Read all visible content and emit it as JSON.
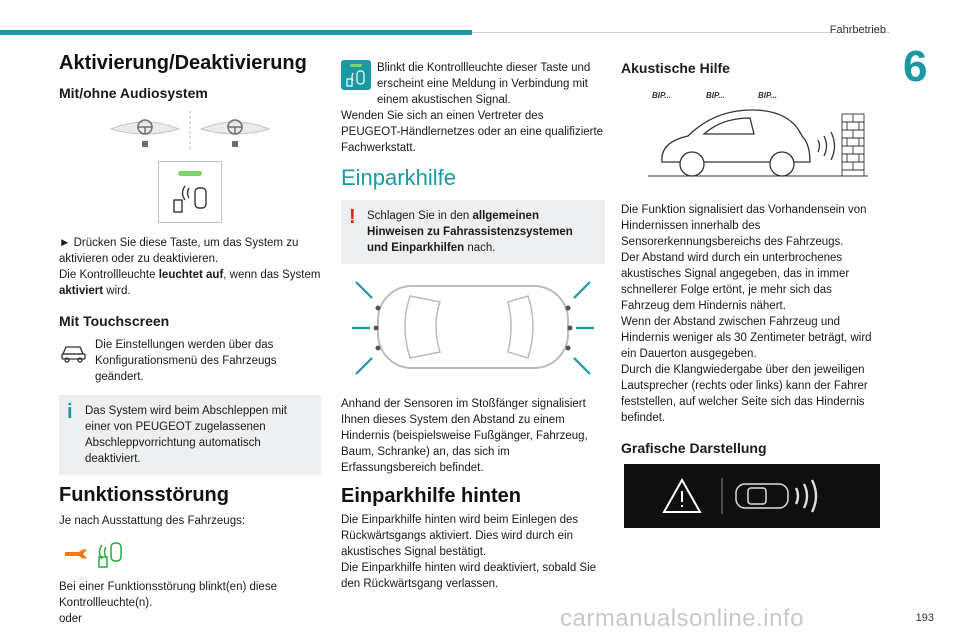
{
  "header": {
    "section": "Fahrbetrieb",
    "chapter": "6",
    "page": "193"
  },
  "watermark": "carmanualsonline.info",
  "col1": {
    "title": "Aktivierung/Deaktivierung",
    "sub1": "Mit/ohne Audiosystem",
    "press_text_1": "► Drücken Sie diese Taste, um das System zu aktivieren oder zu deaktivieren.",
    "press_text_2a": "Die Kontrollleuchte ",
    "press_text_2b": "leuchtet auf",
    "press_text_2c": ", wenn das System ",
    "press_text_2d": "aktiviert",
    "press_text_2e": " wird.",
    "sub2": "Mit Touchscreen",
    "touch_text": "Die Einstellungen werden über das Konfigurationsmenü des Fahrzeugs geändert.",
    "info_text": "Das System wird beim Abschleppen mit einer von PEUGEOT zugelassenen Abschleppvorrichtung automatisch deaktiviert.",
    "fault_title": "Funktionsstörung",
    "fault_text_1": "Je nach Ausstattung des Fahrzeugs:",
    "fault_text_2": "Bei einer Funktionsstörung blinkt(en) diese Kontrollleuchte(n).",
    "fault_text_3": "oder"
  },
  "col2": {
    "blink_text": "Blinkt die Kontrollleuchte dieser Taste und erscheint eine Meldung in Verbindung mit einem akustischen Signal.",
    "dealer_text": "Wenden Sie sich an einen Vertreter des PEUGEOT-Händlernetzes oder an eine qualifizierte Fachwerkstatt.",
    "parking_title": "Einparkhilfe",
    "warn_a": "Schlagen Sie in den ",
    "warn_b": "allgemeinen Hinweisen zu Fahrassistenzsystemen und Einparkhilfen",
    "warn_c": " nach.",
    "sensor_text": "Anhand der Sensoren im Stoßfänger signalisiert Ihnen dieses System den Abstand zu einem Hindernis (beispielsweise Fußgänger, Fahrzeug, Baum, Schranke) an, das sich im Erfassungsbereich befindet.",
    "rear_title": "Einparkhilfe hinten",
    "rear_text_1": "Die Einparkhilfe hinten wird beim Einlegen des Rückwärtsgangs aktiviert. Dies wird durch ein akustisches Signal bestätigt.",
    "rear_text_2": "Die Einparkhilfe hinten wird deaktiviert, sobald Sie den Rückwärtsgang verlassen."
  },
  "col3": {
    "acoustic_title": "Akustische Hilfe",
    "bip": [
      "BIP...",
      "BIP...",
      "BIP..."
    ],
    "acoustic_text": "Die Funktion signalisiert das Vorhandensein von Hindernissen innerhalb des Sensorerkennungsbereichs des Fahrzeugs.\nDer Abstand wird durch ein unterbrochenes akustisches Signal angegeben, das in immer schnellerer Folge ertönt, je mehr sich das Fahrzeug dem Hindernis nähert.\nWenn der Abstand zwischen Fahrzeug und Hindernis weniger als 30 Zentimeter beträgt, wird ein Dauerton ausgegeben.\nDurch die Klangwiedergabe über den jeweiligen Lautsprecher (rechts oder links) kann der Fahrer feststellen, auf welcher Seite sich das Hindernis befindet.",
    "graphic_title": "Grafische Darstellung"
  },
  "colors": {
    "accent": "#1a99a3",
    "warning": "#e2221a",
    "indicator_green": "#7fd36b"
  }
}
